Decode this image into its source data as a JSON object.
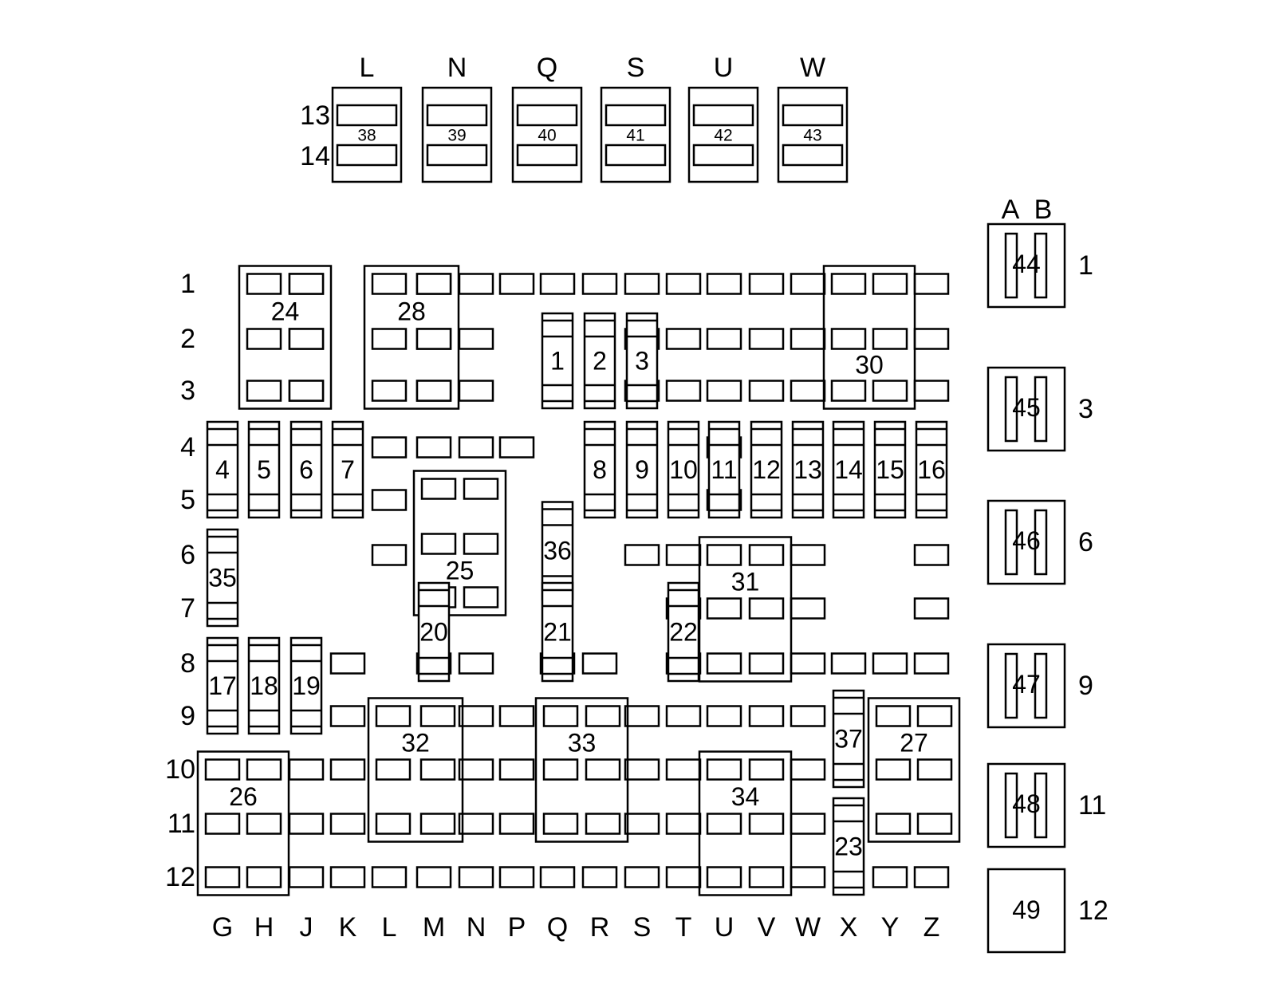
{
  "colors": {
    "stroke": "#000000",
    "background": "#ffffff"
  },
  "top_header": {
    "cols": [
      "L",
      "N",
      "Q",
      "S",
      "U",
      "W"
    ],
    "rows": [
      "13",
      "14"
    ]
  },
  "main_header": {
    "rows": [
      "1",
      "2",
      "3",
      "4",
      "5",
      "6",
      "7",
      "8",
      "9",
      "10",
      "11",
      "12"
    ],
    "cols": [
      "G",
      "H",
      "J",
      "K",
      "L",
      "M",
      "N",
      "P",
      "Q",
      "R",
      "S",
      "T",
      "U",
      "V",
      "W",
      "X",
      "Y",
      "Z"
    ]
  },
  "right_header": {
    "cols": [
      "A",
      "B"
    ],
    "rows": [
      "1",
      "3",
      "6",
      "9",
      "11",
      "12"
    ]
  },
  "relays_top": [
    "38",
    "39",
    "40",
    "41",
    "42",
    "43"
  ],
  "relay_groups": [
    "24",
    "28",
    "30",
    "25",
    "31",
    "32",
    "33",
    "26",
    "34",
    "27"
  ],
  "fuses": [
    "1",
    "2",
    "3",
    "4",
    "5",
    "6",
    "7",
    "8",
    "9",
    "10",
    "11",
    "12",
    "13",
    "14",
    "15",
    "16",
    "35",
    "36",
    "20",
    "21",
    "22",
    "17",
    "18",
    "19",
    "37",
    "23"
  ],
  "breakers": [
    "44",
    "45",
    "46",
    "47",
    "48"
  ],
  "block_49": "49"
}
